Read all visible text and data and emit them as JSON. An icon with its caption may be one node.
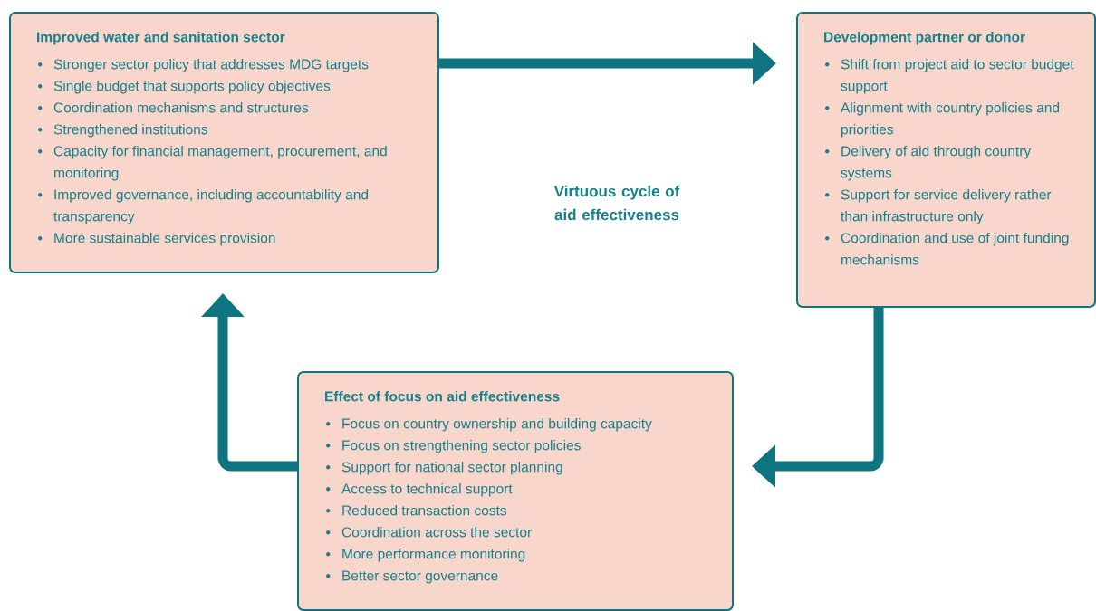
{
  "diagram": {
    "nodes": [
      {
        "text": [
          "Improved water and sanitation sector",
          "Stronger sector policy that addresses MDG targets",
          "Single budget that supports policy objectives",
          "Coordination mechanisms and structures",
          "Strengthened institutions",
          "Capacity for financial management, procurement, and monitoring",
          "Improved governance, including accountability and transparency",
          "More sustainable services provision"
        ]
      },
      {
        "text": [
          "Development partner or donor",
          "Shift from project aid to sector budget support",
          "Alignment with country policies and priorities",
          "Delivery of aid through country systems",
          "Support for service delivery rather than infrastructure only",
          "Coordination and use of joint funding mechanisms"
        ]
      },
      {
        "text": [
          "Effect of focus on aid effectiveness",
          "Focus on country ownership and building capacity",
          "Focus on strengthening sector policies",
          "Support for national sector planning",
          "Access to technical support",
          "Reduced transaction costs",
          "Coordination across the sector",
          "More performance monitoring",
          "Better sector governance"
        ]
      }
    ],
    "edges": [
      {
        "from": 0,
        "to": 1,
        "arrow": "to"
      },
      {
        "from": 1,
        "to": 2,
        "arrow": "to"
      },
      {
        "from": 2,
        "to": 0,
        "arrow": "to"
      }
    ],
    "labels": [
      "Virtuous cycle of aid effectiveness"
    ]
  }
}
